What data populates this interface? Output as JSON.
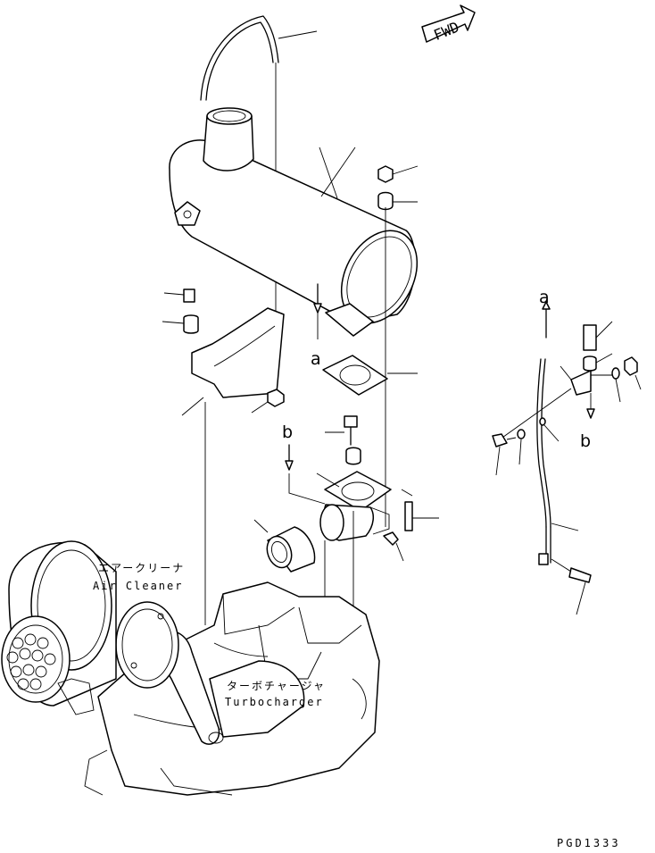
{
  "labels": {
    "fwd": "FWD",
    "air_cleaner_jp": "エアークリーナ",
    "air_cleaner_en": "Air Cleaner",
    "turbo_jp": "ターボチャージャ",
    "turbo_en": "Turbocharger",
    "ref_a": "a",
    "ref_b": "b",
    "drawing_code": "PGD1333"
  },
  "colors": {
    "ink": "#000000",
    "paper": "#ffffff"
  }
}
